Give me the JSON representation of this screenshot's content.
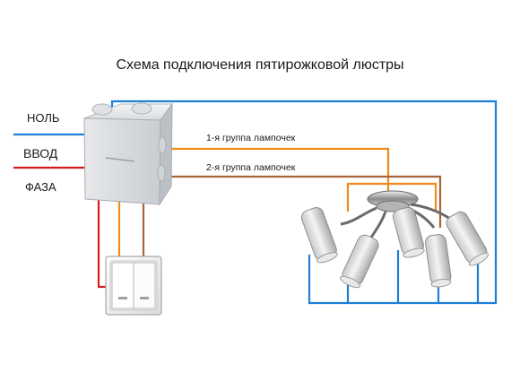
{
  "diagram": {
    "title": "Схема подключения пятирожковой люстры",
    "labels": {
      "neutral": "НОЛЬ",
      "input": "ВВОД",
      "phase": "ФАЗА",
      "group1": "1-я группа лампочек",
      "group2": "2-я группа лампочек"
    },
    "wire_colors": {
      "neutral": "#1e7fd6",
      "phase": "#d21e1e",
      "group1": "#ef8a1c",
      "group2": "#a8643a"
    },
    "components": [
      "junction-box",
      "double-switch",
      "five-arm-chandelier"
    ]
  }
}
